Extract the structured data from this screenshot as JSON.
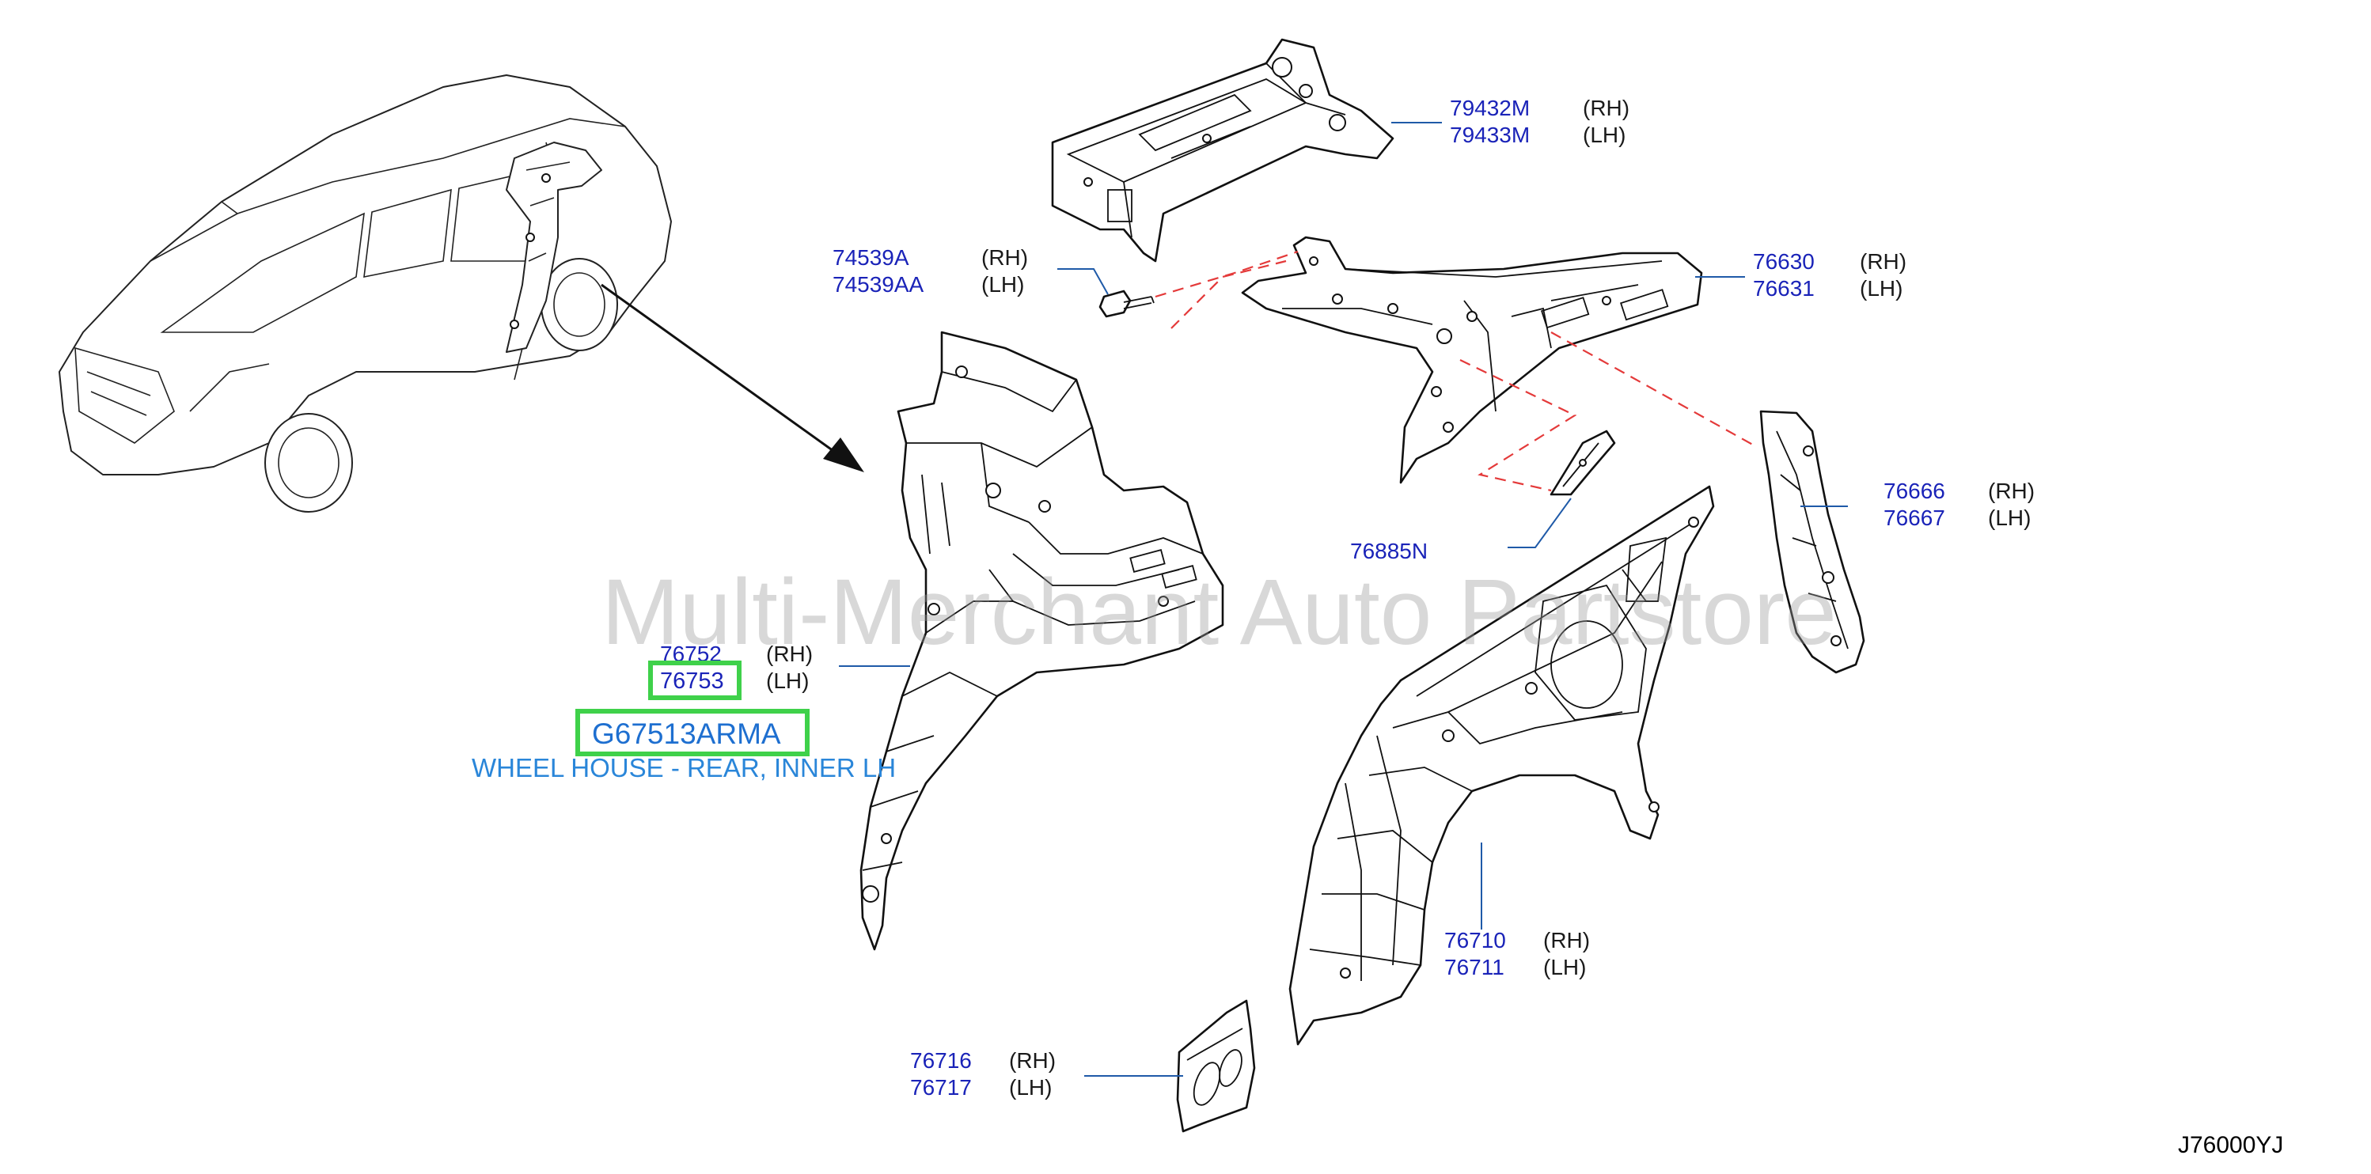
{
  "watermark": "Multi-Merchant Auto Partstore",
  "diagram_code": "J76000YJ",
  "callouts": [
    {
      "id": "79432M",
      "rh": "79432M",
      "lh": "79433M",
      "rh_tag": "(RH)",
      "lh_tag": "(LH)"
    },
    {
      "id": "74539A",
      "rh": "74539A",
      "lh": "74539AA",
      "rh_tag": "(RH)",
      "lh_tag": "(LH)"
    },
    {
      "id": "76630",
      "rh": "76630",
      "lh": "76631",
      "rh_tag": "(RH)",
      "lh_tag": "(LH)"
    },
    {
      "id": "76666",
      "rh": "76666",
      "lh": "76667",
      "rh_tag": "(RH)",
      "lh_tag": "(LH)"
    },
    {
      "id": "76752",
      "rh": "76752",
      "lh": "76753",
      "rh_tag": "(RH)",
      "lh_tag": "(LH)"
    },
    {
      "id": "76710",
      "rh": "76710",
      "lh": "76711",
      "rh_tag": "(RH)",
      "lh_tag": "(LH)"
    },
    {
      "id": "76716",
      "rh": "76716",
      "lh": "76717",
      "rh_tag": "(RH)",
      "lh_tag": "(LH)"
    }
  ],
  "single_callouts": {
    "bracket": "76885N"
  },
  "highlight": {
    "part_number": "G67513ARMA",
    "description": "WHEEL HOUSE - REAR, INNER LH",
    "color": "#3fd14a"
  },
  "colors": {
    "part_number": "#1a23b8",
    "leader": "#1f5aa8",
    "dashed": "#e43a3a",
    "description": "#2a86d9"
  }
}
